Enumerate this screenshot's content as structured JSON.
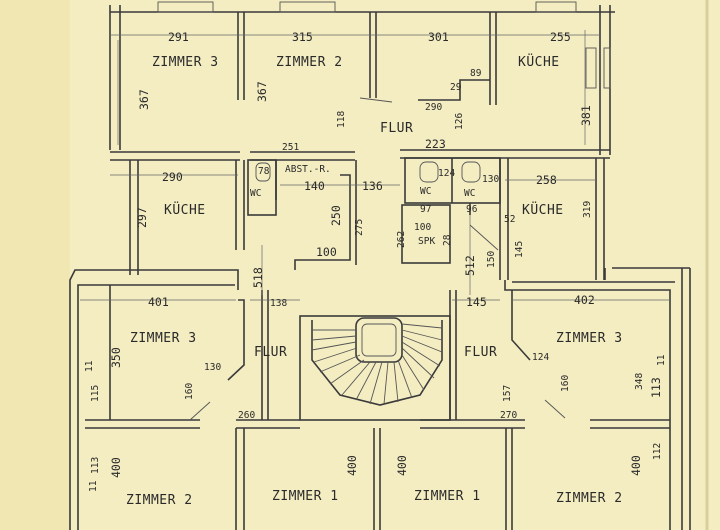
{
  "rooms": {
    "zimmer3_top": "ZIMMER 3",
    "zimmer2_top": "ZIMMER 2",
    "kueche_top": "KÜCHE",
    "flur_top": "FLUR",
    "kueche_left": "KÜCHE",
    "abst": "ABST.-R.",
    "wc_left": "WC",
    "wc_mid": "WC",
    "wc_right": "WC",
    "spk": "SPK",
    "kueche_right": "KÜCHE",
    "zimmer3_left": "ZIMMER 3",
    "flur_left": "FLUR",
    "flur_right": "FLUR",
    "zimmer3_right": "ZIMMER 3",
    "zimmer2_bl": "ZIMMER 2",
    "zimmer1_l": "ZIMMER 1",
    "zimmer1_r": "ZIMMER 1",
    "zimmer2_br": "ZIMMER 2"
  },
  "dimensions": {
    "d291": "291",
    "d315": "315",
    "d301": "301",
    "d255": "255",
    "d367a": "367",
    "d367b": "367",
    "d118": "118",
    "d89": "89",
    "d29": "29",
    "d290a": "290",
    "d126": "126",
    "d381": "381",
    "d223": "223",
    "d251": "251",
    "d290b": "290",
    "d78": "78",
    "d140": "140",
    "d136": "136",
    "d124": "124",
    "d130a": "130",
    "d258": "258",
    "d297": "297",
    "d250": "250",
    "d275": "275",
    "d97": "97",
    "d96": "96",
    "d100a": "100",
    "d28": "28",
    "d262": "262",
    "d52": "52",
    "d319": "319",
    "d100b": "100",
    "d512": "512",
    "d150": "150",
    "d145a": "145",
    "d518": "518",
    "d401": "401",
    "d138": "138",
    "d145b": "145",
    "d402": "402",
    "d350": "350",
    "d130b": "130",
    "d115a": "115",
    "d11a": "11",
    "d160a": "160",
    "d124b": "124",
    "d157": "157",
    "d160b": "160",
    "d348": "348",
    "d113a": "113",
    "d11b": "11",
    "d260": "260",
    "d270": "270",
    "d400a": "400",
    "d400b": "400",
    "d400c": "400",
    "d400d": "400",
    "d113b": "113",
    "d11c": "11",
    "d112": "112"
  }
}
